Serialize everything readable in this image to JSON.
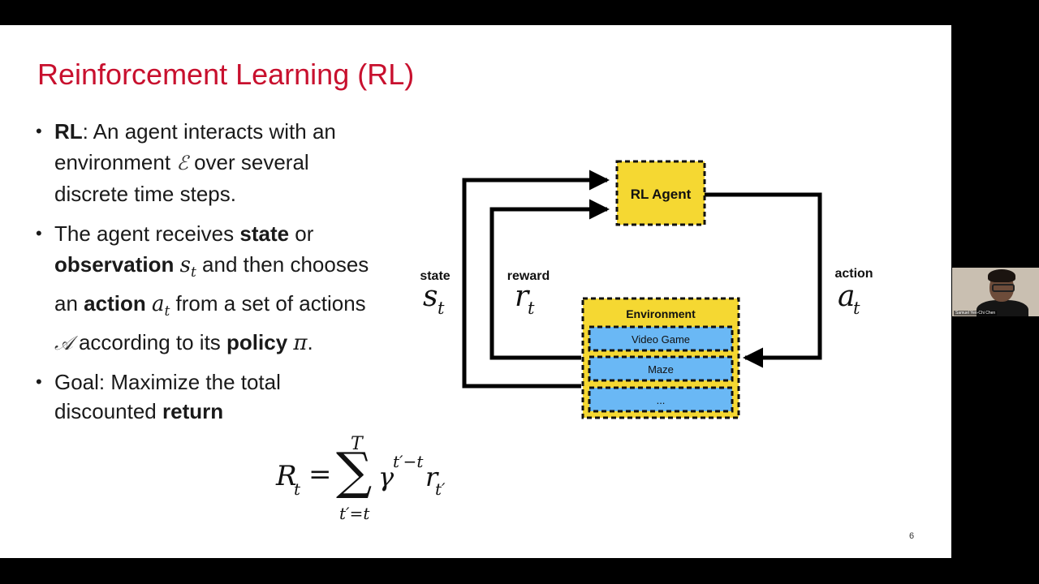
{
  "slide": {
    "title": "Reinforcement Learning (RL)",
    "page_number": "6",
    "title_color": "#c8102e",
    "bullets": {
      "b1": {
        "bold": "RL",
        "t1": ": An agent interacts with an environment ",
        "env_symbol": "ℰ",
        "t2": " over several discrete time steps."
      },
      "b2": {
        "t1": "The agent receives ",
        "state": "state",
        "t2": " or ",
        "observation": "observation",
        "s": "s",
        "t": "t",
        "t3": " and then chooses an ",
        "action": "action",
        "a": "a",
        "t4": " from a set of actions ",
        "actions_symbol": "𝒜",
        "t5": " according to its ",
        "policy": "policy",
        "pi": "π",
        "t6": "."
      },
      "b3": {
        "t1": "Goal: Maximize the total discounted ",
        "return": "return"
      }
    },
    "formula": {
      "R": "R",
      "sub_t": "t",
      "equals": "=",
      "sigma": "∑",
      "upper": "T",
      "lower": "t′=t",
      "gamma": "γ",
      "exponent": "t′−t",
      "r": "r",
      "r_sub": "t′"
    }
  },
  "diagram": {
    "agent_label": "RL Agent",
    "environment_label": "Environment",
    "env_items": [
      "Video Game",
      "Maze",
      "..."
    ],
    "state_label": "state",
    "state_symbol": "s",
    "state_sub": "t",
    "reward_label": "reward",
    "reward_symbol": "r",
    "reward_sub": "t",
    "action_label": "action",
    "action_symbol": "a",
    "action_sub": "t",
    "colors": {
      "agent_fill": "#f5d832",
      "env_fill": "#f5d832",
      "item_fill": "#6ab8f5"
    }
  },
  "webcam": {
    "name": "Samuel Yen-Chi Chen"
  }
}
